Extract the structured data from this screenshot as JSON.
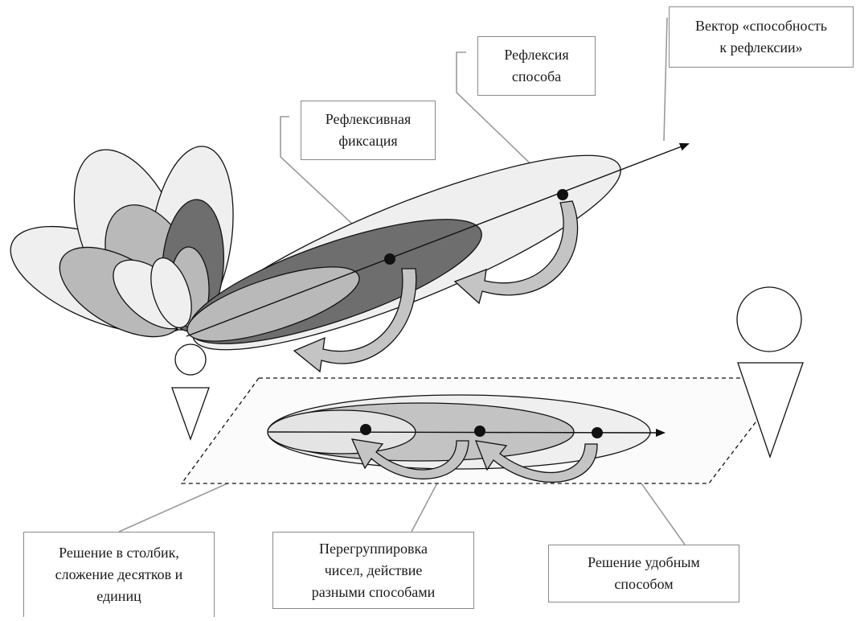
{
  "labels": {
    "vector": {
      "line1": "Вектор «способность",
      "line2": "к рефлексии»"
    },
    "method_reflection": {
      "line1": "Рефлексия",
      "line2": "способа"
    },
    "reflexive_fixation": {
      "line1": "Рефлексивная",
      "line2": "фиксация"
    },
    "column_solution": {
      "line1": "Решение в столбик,",
      "line2": "сложение десятков и",
      "line3": "единиц"
    },
    "regrouping": {
      "line1": "Перегруппировка",
      "line2": "чисел, действие",
      "line3": "разными способами"
    },
    "convenient_solution": {
      "line1": "Решение удобным",
      "line2": "способом"
    }
  },
  "colors": {
    "outline": "#111111",
    "light_fill": "#efefef",
    "mid_fill": "#b9b9b9",
    "dark_fill": "#6e6e6e",
    "leader_line": "#9a9a9a",
    "label_border": "#8a8a8a"
  },
  "figures": {
    "left_person": "small-person-figure",
    "right_person": "large-person-figure"
  }
}
